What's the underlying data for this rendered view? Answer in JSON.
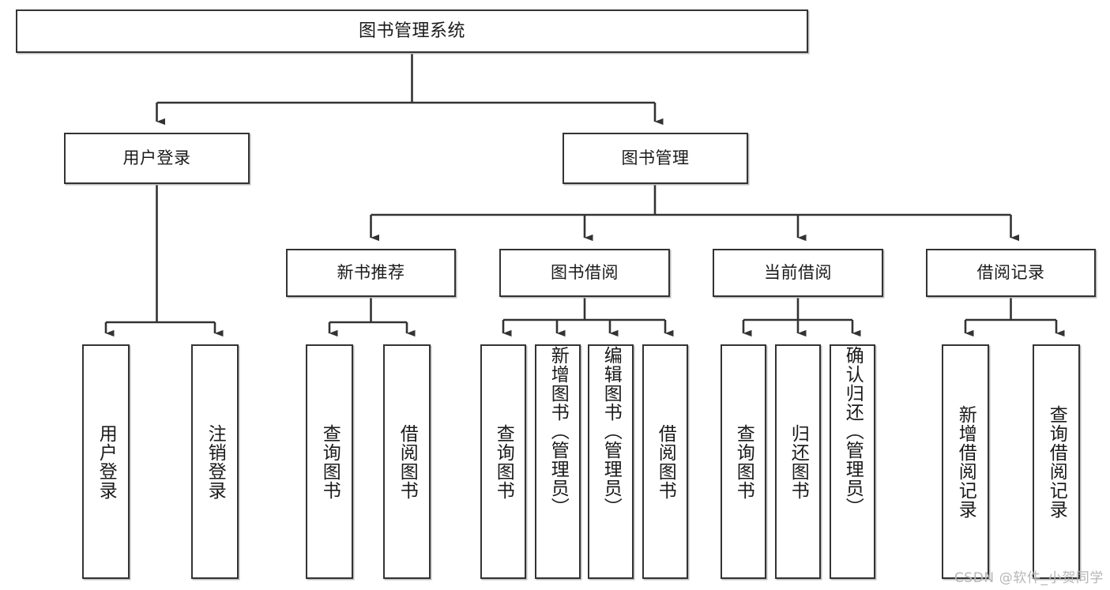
{
  "diagram": {
    "title": "图书管理系统",
    "type": "tree-structure-chart",
    "watermark": "CSDN @软件_小贺同学",
    "colors": {
      "background": "#ffffff",
      "box_border": "#333333",
      "box_fill": "#ffffff",
      "connector": "#333333",
      "text": "#1a1a1a",
      "watermark": "#b6b6b6"
    },
    "levels": [
      {
        "level": 1,
        "nodes": [
          {
            "id": "root",
            "label": "图书管理系统",
            "orientation": "horizontal"
          }
        ]
      },
      {
        "level": 2,
        "nodes": [
          {
            "id": "user-login",
            "label": "用户登录",
            "orientation": "horizontal",
            "parent": "root"
          },
          {
            "id": "book-manage",
            "label": "图书管理",
            "orientation": "horizontal",
            "parent": "root"
          }
        ]
      },
      {
        "level": 3,
        "nodes": [
          {
            "id": "new-book-rec",
            "label": "新书推荐",
            "orientation": "horizontal",
            "parent": "book-manage"
          },
          {
            "id": "book-borrow",
            "label": "图书借阅",
            "orientation": "horizontal",
            "parent": "book-manage"
          },
          {
            "id": "current-borrow",
            "label": "当前借阅",
            "orientation": "horizontal",
            "parent": "book-manage"
          },
          {
            "id": "borrow-record",
            "label": "借阅记录",
            "orientation": "horizontal",
            "parent": "book-manage"
          }
        ]
      },
      {
        "level": 4,
        "nodes": [
          {
            "id": "leaf-user-login",
            "label": "用户登录",
            "orientation": "vertical",
            "parent": "user-login"
          },
          {
            "id": "leaf-user-logout",
            "label": "注销登录",
            "orientation": "vertical",
            "parent": "user-login"
          },
          {
            "id": "leaf-query-book-1",
            "label": "查询图书",
            "orientation": "vertical",
            "parent": "new-book-rec"
          },
          {
            "id": "leaf-borrow-book-1",
            "label": "借阅图书",
            "orientation": "vertical",
            "parent": "new-book-rec"
          },
          {
            "id": "leaf-query-book-2",
            "label": "查询图书",
            "orientation": "vertical",
            "parent": "book-borrow"
          },
          {
            "id": "leaf-add-book",
            "label": "新增图书（管理员）",
            "orientation": "vertical",
            "parent": "book-borrow"
          },
          {
            "id": "leaf-edit-book",
            "label": "编辑图书（管理员）",
            "orientation": "vertical",
            "parent": "book-borrow"
          },
          {
            "id": "leaf-borrow-book-2",
            "label": "借阅图书",
            "orientation": "vertical",
            "parent": "book-borrow"
          },
          {
            "id": "leaf-query-book-3",
            "label": "查询图书",
            "orientation": "vertical",
            "parent": "current-borrow"
          },
          {
            "id": "leaf-return-book",
            "label": "归还图书",
            "orientation": "vertical",
            "parent": "current-borrow"
          },
          {
            "id": "leaf-confirm-return",
            "label": "确认归还（管理员）",
            "orientation": "vertical",
            "parent": "current-borrow"
          },
          {
            "id": "leaf-add-record",
            "label": "新增借阅记录",
            "orientation": "vertical",
            "parent": "borrow-record"
          },
          {
            "id": "leaf-query-record",
            "label": "查询借阅记录",
            "orientation": "vertical",
            "parent": "borrow-record"
          }
        ]
      }
    ]
  }
}
